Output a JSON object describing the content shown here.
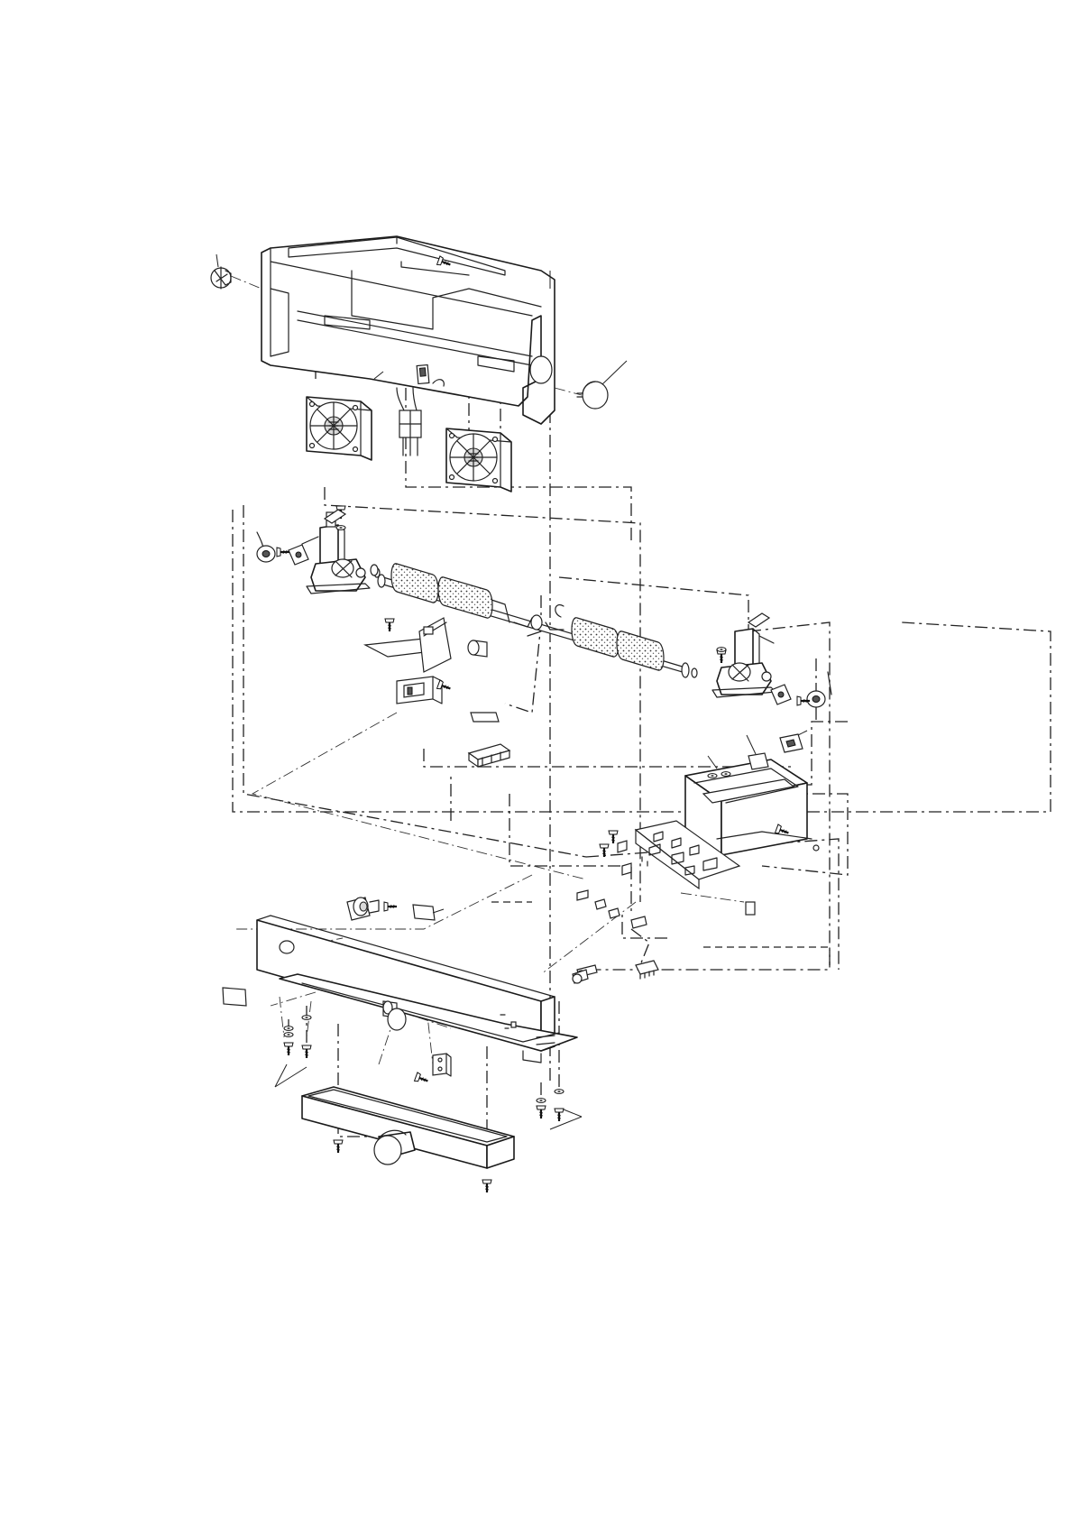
{
  "figure": {
    "kind": "exploded-parts-view",
    "colors": {
      "ink": "#222222",
      "paper": "#ffffff",
      "fill": "#d9d9d9"
    },
    "parts": [
      "top-cover",
      "cover-knob",
      "cover-plug",
      "fan-left",
      "fan-right",
      "switch",
      "fan-connector",
      "solenoid-left",
      "solenoid-right",
      "roller-shaft",
      "foam-roller",
      "sensor-bracket",
      "bushing",
      "pcb-box",
      "pcb",
      "connector-block",
      "front-panel",
      "drain-tray",
      "screw",
      "label-plate"
    ],
    "icons": [
      "screw-icon",
      "washer-icon",
      "clip-icon",
      "grommet-icon"
    ]
  }
}
